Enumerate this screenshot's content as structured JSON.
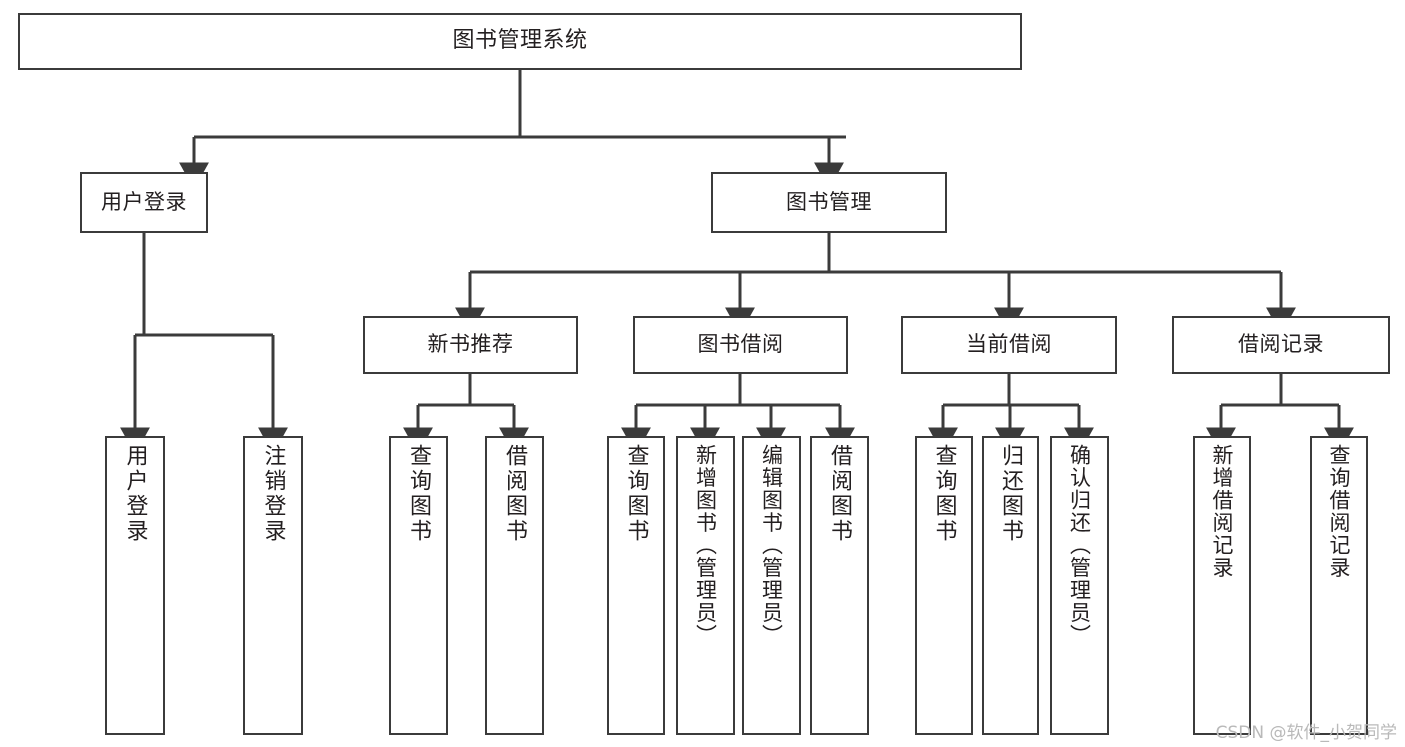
{
  "diagram": {
    "title": "图书管理系统",
    "type": "hierarchy-tree",
    "watermark": "CSDN @软件_小贺同学",
    "line_color": "#3b3b3b",
    "box_fill": "#ffffff",
    "text_color": "#231f20",
    "root": {
      "id": "root",
      "label": "图书管理系统"
    },
    "level2": [
      {
        "id": "user-login",
        "label": "用户登录"
      },
      {
        "id": "book-manage",
        "label": "图书管理"
      }
    ],
    "level3": [
      {
        "id": "new-book-rec",
        "label": "新书推荐",
        "parent": "book-manage"
      },
      {
        "id": "book-borrow",
        "label": "图书借阅",
        "parent": "book-manage"
      },
      {
        "id": "current-borrow",
        "label": "当前借阅",
        "parent": "book-manage"
      },
      {
        "id": "borrow-record",
        "label": "借阅记录",
        "parent": "book-manage"
      }
    ],
    "leaves": [
      {
        "id": "leaf-user-login",
        "label": "用户登录",
        "parent": "user-login"
      },
      {
        "id": "leaf-logout",
        "label": "注销登录",
        "parent": "user-login"
      },
      {
        "id": "leaf-query-book-1",
        "label": "查询图书",
        "parent": "new-book-rec"
      },
      {
        "id": "leaf-borrow-book-1",
        "label": "借阅图书",
        "parent": "new-book-rec"
      },
      {
        "id": "leaf-query-book-2",
        "label": "查询图书",
        "parent": "book-borrow"
      },
      {
        "id": "leaf-add-book",
        "label": "新增图书（管理员）",
        "parent": "book-borrow"
      },
      {
        "id": "leaf-edit-book",
        "label": "编辑图书（管理员）",
        "parent": "book-borrow"
      },
      {
        "id": "leaf-borrow-book-2",
        "label": "借阅图书",
        "parent": "book-borrow"
      },
      {
        "id": "leaf-query-book-3",
        "label": "查询图书",
        "parent": "current-borrow"
      },
      {
        "id": "leaf-return-book",
        "label": "归还图书",
        "parent": "current-borrow"
      },
      {
        "id": "leaf-confirm-return",
        "label": "确认归还（管理员）",
        "parent": "current-borrow"
      },
      {
        "id": "leaf-add-record",
        "label": "新增借阅记录",
        "parent": "borrow-record"
      },
      {
        "id": "leaf-query-record",
        "label": "查询借阅记录",
        "parent": "borrow-record"
      }
    ]
  }
}
